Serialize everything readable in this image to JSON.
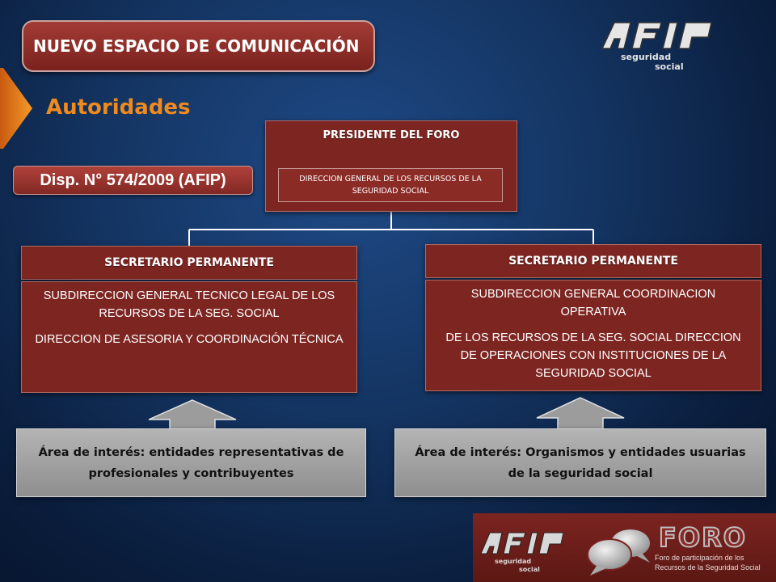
{
  "header": {
    "title": "NUEVO ESPACIO DE COMUNICACIÓN",
    "subtitle": "Autoridades",
    "disp": "Disp. N° 574/2009 (AFIP)"
  },
  "logo": {
    "brand": "AFIP",
    "tagline_1": "seguridad",
    "tagline_2": "social"
  },
  "president": {
    "title": "PRESIDENTE DEL FORO",
    "unit": "DIRECCION GENERAL DE LOS RECURSOS DE LA SEGURIDAD SOCIAL"
  },
  "secretaries": [
    {
      "title": "SECRETARIO PERMANENTE",
      "lines": [
        "SUBDIRECCION GENERAL TECNICO LEGAL DE LOS RECURSOS DE LA SEG. SOCIAL",
        "DIRECCION DE ASESORIA Y COORDINACIÓN TÉCNICA"
      ]
    },
    {
      "title": "SECRETARIO PERMANENTE",
      "lines": [
        "SUBDIRECCION GENERAL COORDINACION OPERATIVA",
        "DE LOS RECURSOS DE LA SEG. SOCIAL DIRECCION DE OPERACIONES CON INSTITUCIONES DE LA SEGURIDAD SOCIAL"
      ]
    }
  ],
  "interest_areas": [
    "Área de interés: entidades representativas de profesionales y contribuyentes",
    "Área de interés: Organismos y entidades usuarias de la seguridad social"
  ],
  "footer": {
    "foro_word": "FORO",
    "foro_line_1": "Foro de participación de los",
    "foro_line_2": "Recursos de la Seguridad Social"
  },
  "colors": {
    "box_red": "#7d2521",
    "accent_orange": "#f08a1c",
    "connector": "#ffffff",
    "gray_box": "#a5a5a5"
  }
}
